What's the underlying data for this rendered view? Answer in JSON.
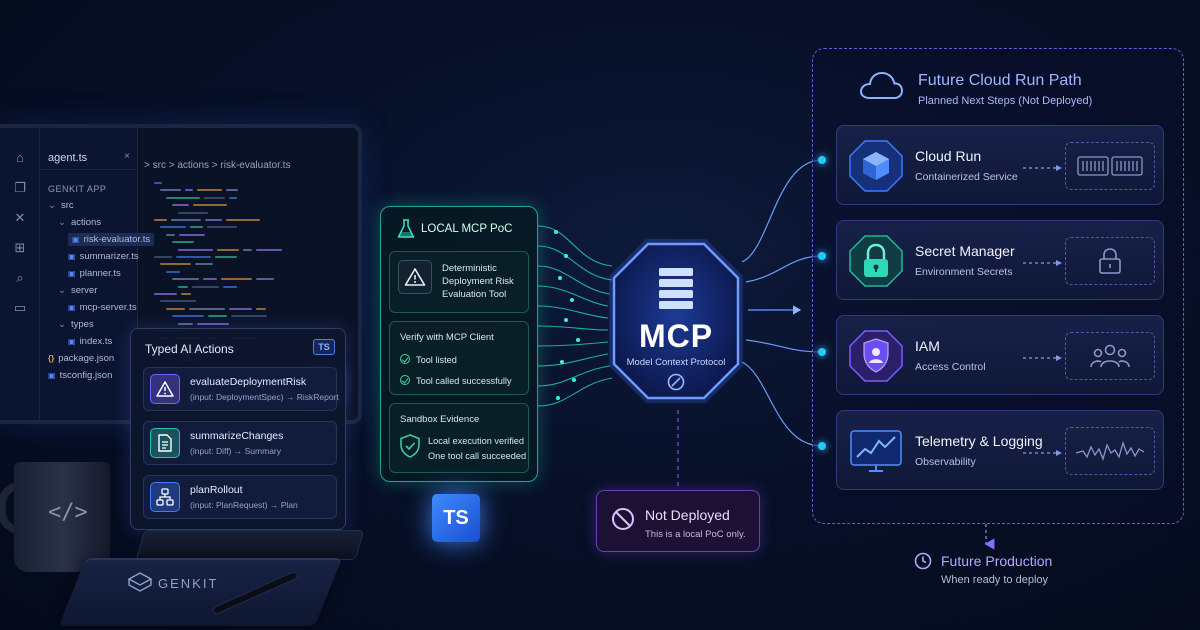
{
  "ide": {
    "tab_label": "agent.ts",
    "tab_close": "×",
    "breadcrumb": "> src > actions > risk-evaluator.ts",
    "explorer_title": "GENKIT APP",
    "tree": [
      {
        "label": "src",
        "kind": "folder",
        "depth": 0
      },
      {
        "label": "actions",
        "kind": "folder",
        "depth": 1
      },
      {
        "label": "risk-evaluator.ts",
        "kind": "ts",
        "depth": 2,
        "selected": true
      },
      {
        "label": "summarizer.ts",
        "kind": "ts",
        "depth": 2
      },
      {
        "label": "planner.ts",
        "kind": "ts",
        "depth": 2
      },
      {
        "label": "server",
        "kind": "folder",
        "depth": 1
      },
      {
        "label": "mcp-server.ts",
        "kind": "ts",
        "depth": 2
      },
      {
        "label": "types",
        "kind": "folder",
        "depth": 1
      },
      {
        "label": "index.ts",
        "kind": "ts",
        "depth": 2
      },
      {
        "label": "package.json",
        "kind": "json",
        "depth": 0
      },
      {
        "label": "tsconfig.json",
        "kind": "ts",
        "depth": 0
      }
    ],
    "ts_badge": "TS"
  },
  "typed_actions": {
    "title": "Typed AI Actions",
    "badge": "TS",
    "items": [
      {
        "name": "evaluateDeploymentRisk",
        "signature": "(input: DeploymentSpec) → RiskReport",
        "icon": "warning-icon",
        "color": "#7a5cff"
      },
      {
        "name": "summarizeChanges",
        "signature": "(input: Diff) → Summary",
        "icon": "document-icon",
        "color": "#2fc1a5"
      },
      {
        "name": "planRollout",
        "signature": "(input: PlanRequest) → Plan",
        "icon": "flow-icon",
        "color": "#3d7bff"
      }
    ]
  },
  "desk": {
    "mug_glyph": "</>",
    "notebook_label": "GENKIT"
  },
  "poc": {
    "title": "LOCAL MCP PoC",
    "tool_desc": "Deterministic Deployment Risk Evaluation Tool",
    "verify_title": "Verify with MCP Client",
    "checks": [
      "Tool listed",
      "Tool called successfully"
    ],
    "sandbox_title": "Sandbox Evidence",
    "sandbox_lines": [
      "Local execution verified",
      "One tool call succeeded"
    ],
    "ts_cube": "TS"
  },
  "mcp": {
    "title": "MCP",
    "subtitle": "Model Context Protocol"
  },
  "not_deployed": {
    "title": "Not Deployed",
    "subtitle": "This is a local PoC only."
  },
  "future": {
    "title": "Future Cloud Run Path",
    "subtitle": "Planned Next Steps (Not Deployed)",
    "services": [
      {
        "title": "Cloud Run",
        "subtitle": "Containerized Service",
        "icon": "cube-icon",
        "ghost": "server-rack-icon",
        "color": "#3a7bff"
      },
      {
        "title": "Secret Manager",
        "subtitle": "Environment Secrets",
        "icon": "lock-icon",
        "ghost": "lock-icon",
        "color": "#21b7a0"
      },
      {
        "title": "IAM",
        "subtitle": "Access Control",
        "icon": "user-shield-icon",
        "ghost": "users-icon",
        "color": "#7d5cff"
      },
      {
        "title": "Telemetry & Logging",
        "subtitle": "Observability",
        "icon": "chart-monitor-icon",
        "ghost": "waveform-icon",
        "color": "#3a7bff"
      }
    ],
    "production_title": "Future Production",
    "production_subtitle": "When ready to deploy"
  },
  "colors": {
    "teal": "#1fa694",
    "violet": "#6a58e0",
    "mcp_glow": "#3d6cff",
    "connector": "#29c7ff"
  }
}
